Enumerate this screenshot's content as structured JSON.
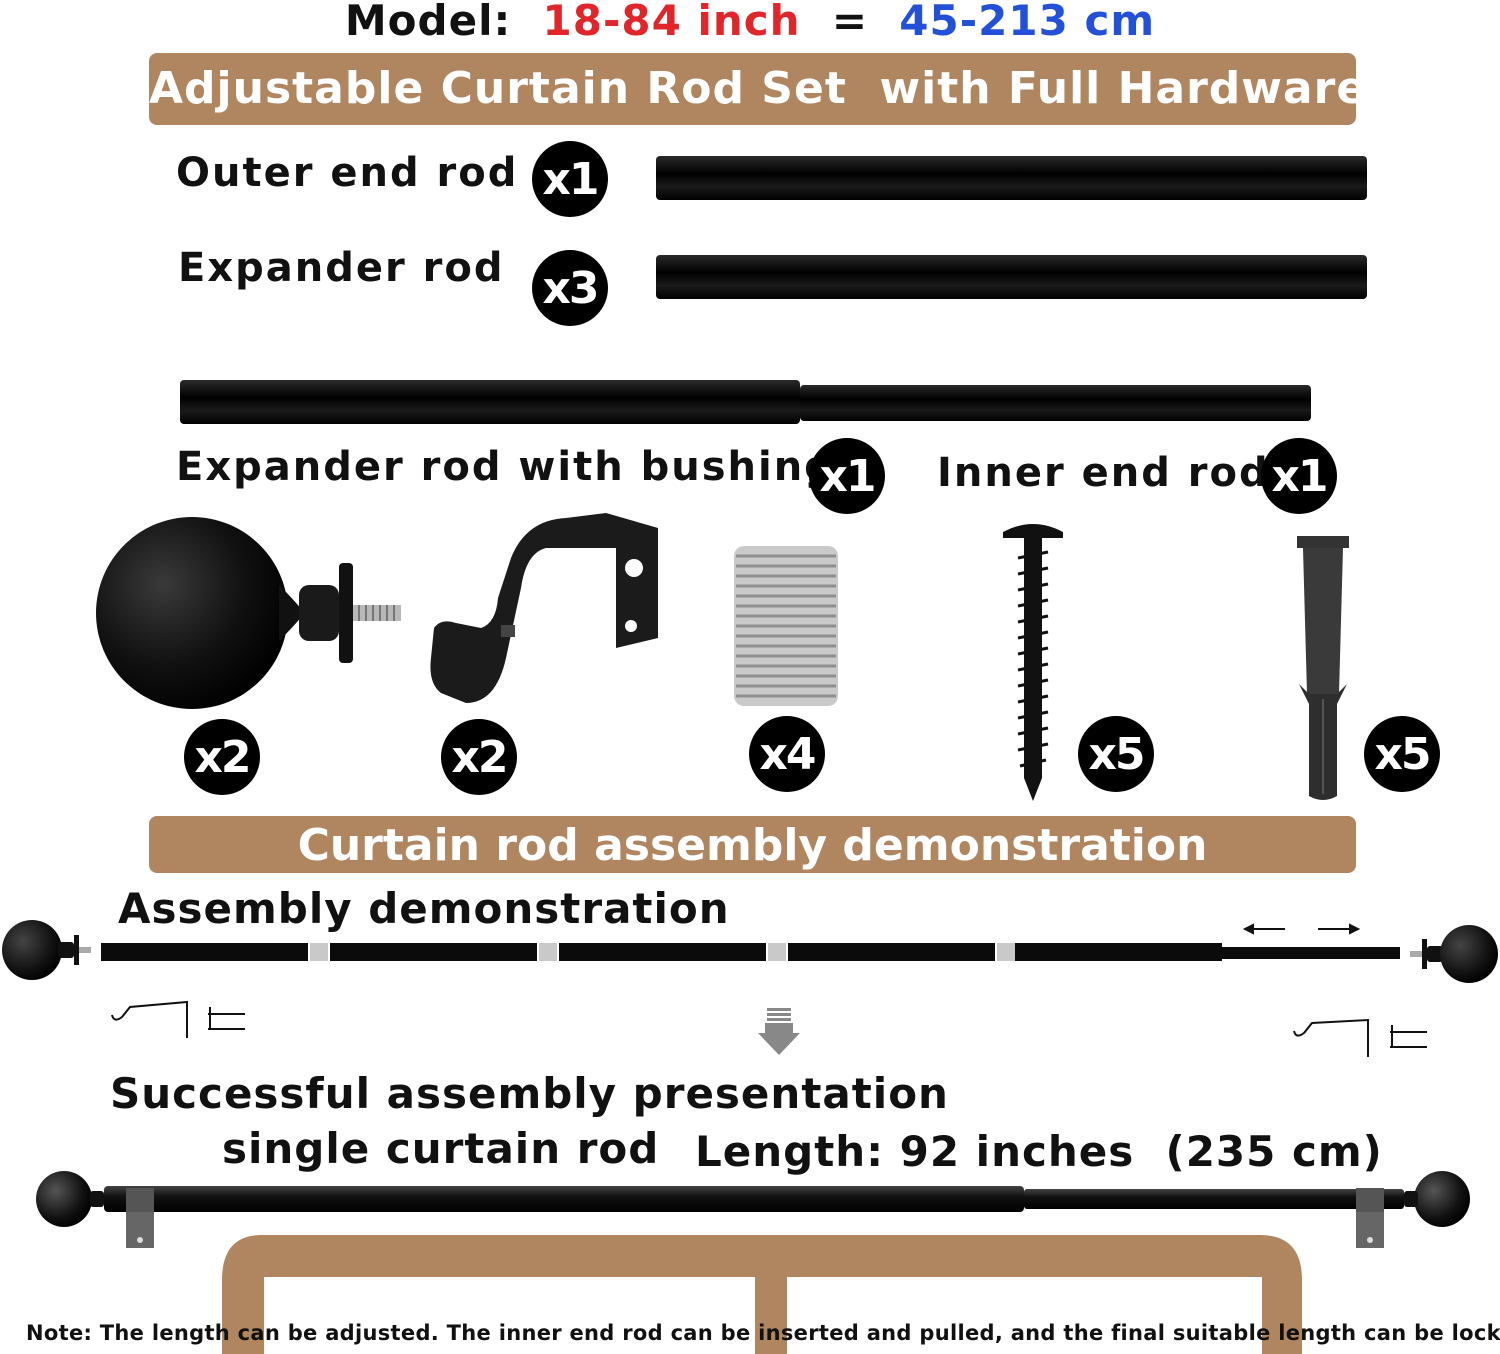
{
  "header": {
    "model_prefix": "Model:",
    "range_inch": "18-84 inch",
    "equals": "=",
    "range_cm": "45-213 cm",
    "banner_title": "Adjustable Curtain Rod Set  with Full Hardware"
  },
  "parts": {
    "outer_end_rod": {
      "label": "Outer end rod",
      "qty": "x1"
    },
    "expander_rod": {
      "label": "Expander rod",
      "qty": "x3"
    },
    "expander_bushing": {
      "label": "Expander rod with bushing",
      "qty": "x1"
    },
    "inner_end_rod": {
      "label": "Inner end rod",
      "qty": "x1"
    },
    "finial": {
      "qty": "x2",
      "icon": "ball-finial-icon"
    },
    "bracket": {
      "qty": "x2",
      "icon": "bracket-icon"
    },
    "bushing": {
      "qty": "x4",
      "icon": "bushing-icon"
    },
    "screw": {
      "qty": "x5",
      "icon": "screw-icon"
    },
    "anchor": {
      "qty": "x5",
      "icon": "wall-anchor-icon"
    }
  },
  "assembly": {
    "banner_title": "Curtain rod assembly demonstration",
    "demo_label": "Assembly demonstration",
    "success_label": "Successful assembly presentation",
    "single_label": "single curtain rod",
    "length_label": "Length: 92 inches  (235 cm)"
  },
  "note": "Note: The length can be adjusted. The inner end rod can be inserted and pulled, and the final suitable length can be locked.",
  "colors": {
    "banner": "#b08660",
    "inch": "#e0262b",
    "cm": "#2450d8",
    "frame": "#b08660"
  }
}
